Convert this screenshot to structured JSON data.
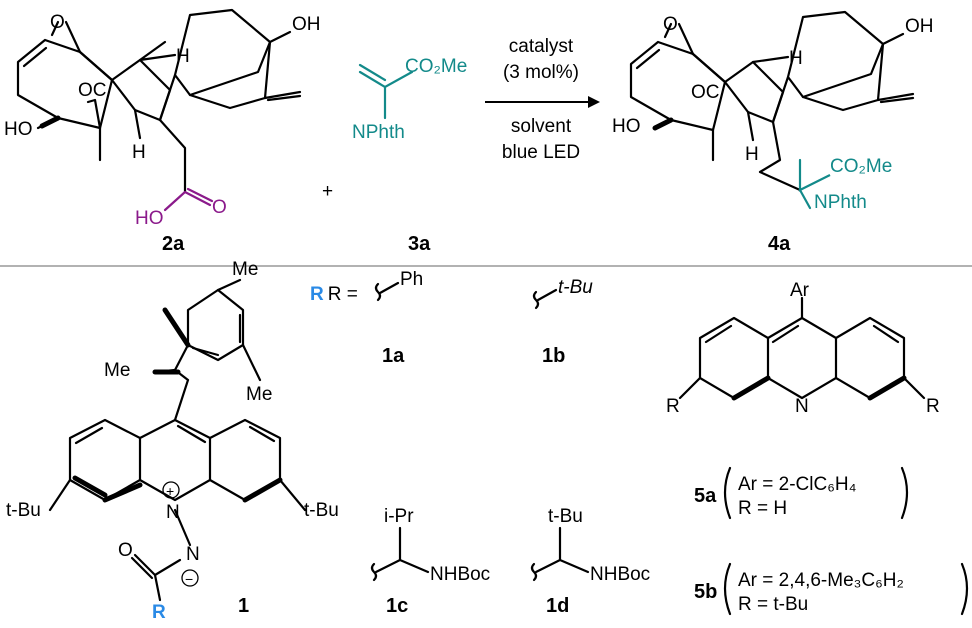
{
  "reaction": {
    "reactant1": {
      "label": "2a",
      "HO": "HO",
      "OC": "OC",
      "O": "O",
      "OH": "OH",
      "H1": "H",
      "H2": "H",
      "acid_HO": "HO",
      "acid_O": "O"
    },
    "plus": "+",
    "reactant2": {
      "label": "3a",
      "ester": "CO₂Me",
      "amine": "NPhth"
    },
    "conditions_above": [
      "catalyst",
      "(3 mol%)"
    ],
    "conditions_below": [
      "solvent",
      "blue LED"
    ],
    "product": {
      "label": "4a",
      "HO": "HO",
      "OC": "OC",
      "O": "O",
      "OH": "OH",
      "H1": "H",
      "H2": "H",
      "ester": "CO₂Me",
      "amine": "NPhth"
    }
  },
  "catalyst": {
    "label": "1",
    "Me_top": "Me",
    "Me_left": "Me",
    "Me_right": "Me",
    "N": "N",
    "charge_plus": "+",
    "tBu_left": "t-Bu",
    "tBu_right": "t-Bu",
    "N2": "N",
    "charge_minus": "−",
    "O": "O",
    "R": "R"
  },
  "R_definitions": {
    "prefix": "R =",
    "items": [
      {
        "label": "1a",
        "group": "Ph"
      },
      {
        "label": "1b",
        "group": "t-Bu"
      },
      {
        "label": "1c",
        "group": "i-Pr",
        "amine": "NHBoc"
      },
      {
        "label": "1d",
        "group": "t-Bu",
        "amine": "NHBoc"
      }
    ]
  },
  "acridine": {
    "Ar": "Ar",
    "N": "N",
    "R_left": "R",
    "R_right": "R",
    "variants": [
      {
        "label": "5a",
        "line1": "Ar = 2-ClC₆H₄",
        "line2": "R = H"
      },
      {
        "label": "5b",
        "line1": "Ar = 2,4,6-Me₃C₆H₂",
        "line2": "R = t-Bu"
      }
    ]
  }
}
